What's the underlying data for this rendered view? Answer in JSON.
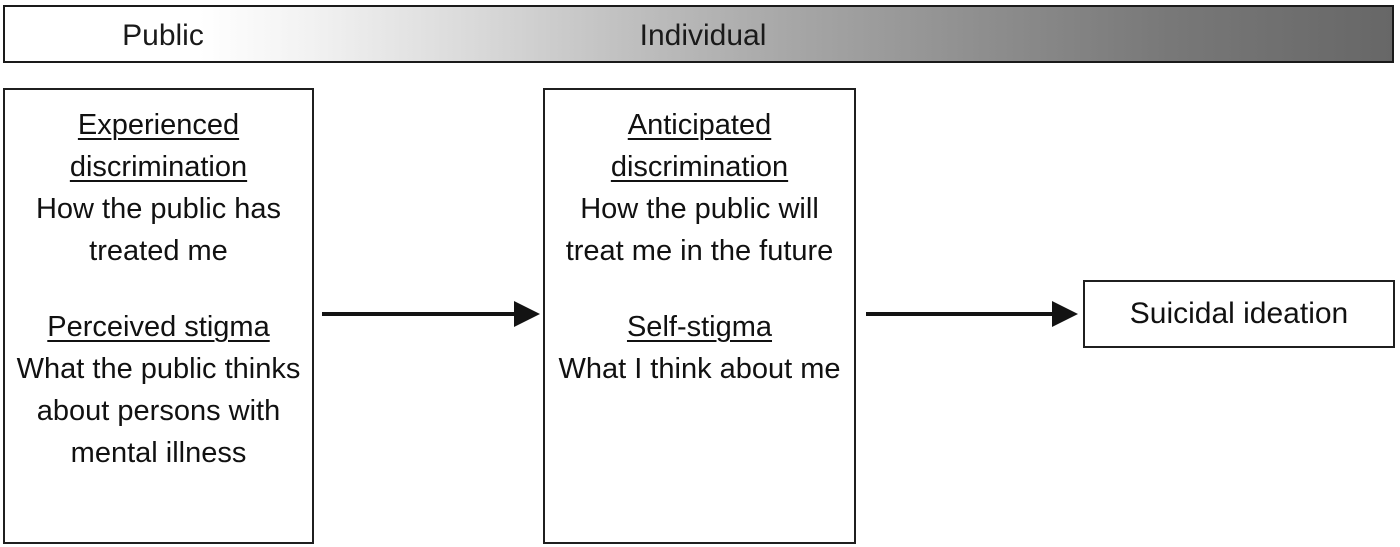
{
  "continuum": {
    "left_label": "Public",
    "right_label": "Individual",
    "gradient_from": "#ffffff",
    "gradient_to": "#676767"
  },
  "boxes": {
    "public": {
      "concepts": [
        {
          "title": "Experienced discrimination",
          "description": "How the public has treated me"
        },
        {
          "title": "Perceived stigma",
          "description": "What the public thinks about persons with mental illness"
        }
      ]
    },
    "individual": {
      "concepts": [
        {
          "title": "Anticipated discrimination",
          "description": "How the public will treat me in the future"
        },
        {
          "title": "Self-stigma",
          "description": "What I think about me"
        }
      ]
    },
    "outcome": {
      "label": "Suicidal ideation"
    }
  },
  "arrows": [
    {
      "name": "public-to-individual",
      "direction": "right"
    },
    {
      "name": "individual-to-outcome",
      "direction": "right"
    }
  ],
  "colors": {
    "stroke": "#1f1f1f",
    "text": "#111111",
    "background": "#ffffff"
  }
}
